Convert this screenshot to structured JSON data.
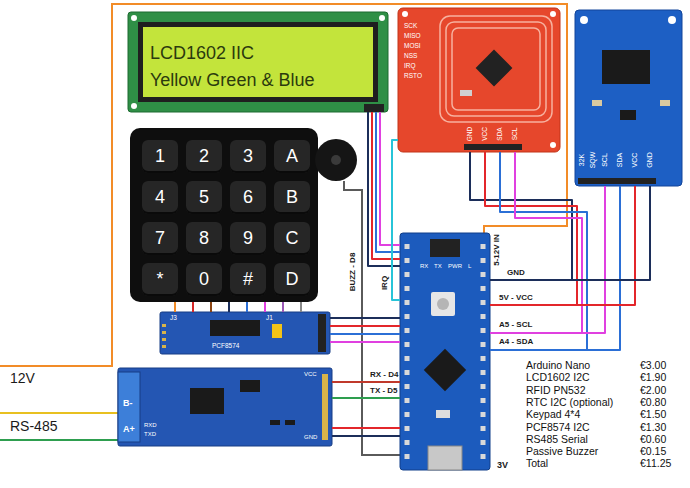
{
  "diagram": {
    "nodes": [
      {
        "text": [
          "LCD1602 IIC",
          "Yellow Green & Blue"
        ]
      },
      {
        "text": [
          "SCK",
          "MISO",
          "MOSI",
          "NSS",
          "IRQ",
          "RSTO",
          "GND",
          "VCC",
          "SDA",
          "SCL"
        ]
      },
      {
        "text": [
          "32K",
          "SQW",
          "SCL",
          "SDA",
          "VCC",
          "GND"
        ]
      },
      {
        "text": [
          "1",
          "2",
          "3",
          "A",
          "4",
          "5",
          "6",
          "B",
          "7",
          "8",
          "9",
          "C",
          "*",
          "0",
          "#",
          "D"
        ]
      },
      {
        "text": [
          "RX",
          "TX",
          "PWR",
          "L"
        ]
      },
      {
        "text": [
          "J3",
          "J1",
          "PCF8574"
        ]
      },
      {
        "text": [
          "B-",
          "A+",
          "RXD",
          "TXD",
          "VCC",
          "GND"
        ]
      }
    ],
    "edges": [
      {
        "from": 0,
        "to": 4,
        "arrow": "none"
      },
      {
        "from": 0,
        "to": 4,
        "arrow": "none"
      },
      {
        "from": 0,
        "to": 4,
        "arrow": "none"
      },
      {
        "from": 0,
        "to": 4,
        "arrow": "none"
      },
      {
        "from": 1,
        "to": 4,
        "arrow": "none"
      },
      {
        "from": 1,
        "to": 4,
        "arrow": "none"
      },
      {
        "from": 1,
        "to": 4,
        "arrow": "none"
      },
      {
        "from": 1,
        "to": 4,
        "arrow": "none"
      },
      {
        "from": 1,
        "to": 4,
        "label": "IRQ",
        "arrow": "none"
      },
      {
        "from": 2,
        "to": 4,
        "arrow": "none"
      },
      {
        "from": 2,
        "to": 4,
        "arrow": "none"
      },
      {
        "from": 2,
        "to": 4,
        "arrow": "none"
      },
      {
        "from": 2,
        "to": 4,
        "arrow": "none"
      },
      {
        "from": 3,
        "to": 5,
        "arrow": "none"
      },
      {
        "from": 3,
        "to": 5,
        "arrow": "none"
      },
      {
        "from": 3,
        "to": 5,
        "arrow": "none"
      },
      {
        "from": 3,
        "to": 5,
        "arrow": "none"
      },
      {
        "from": 3,
        "to": 5,
        "arrow": "none"
      },
      {
        "from": 3,
        "to": 5,
        "arrow": "none"
      },
      {
        "from": 3,
        "to": 5,
        "arrow": "none"
      },
      {
        "from": 3,
        "to": 5,
        "arrow": "none"
      },
      {
        "from": 5,
        "to": 4,
        "arrow": "none"
      },
      {
        "from": 5,
        "to": 4,
        "arrow": "none"
      },
      {
        "from": 5,
        "to": 4,
        "arrow": "none"
      },
      {
        "from": 5,
        "to": 4,
        "arrow": "none"
      },
      {
        "from": 6,
        "to": 4,
        "label": "RX - D4",
        "arrow": "none"
      },
      {
        "from": 6,
        "to": 4,
        "label": "TX - D5",
        "arrow": "none"
      },
      {
        "from": 6,
        "to": 4,
        "arrow": "none"
      },
      {
        "from": 6,
        "to": 4,
        "arrow": "none"
      }
    ],
    "labels": [
      "12V",
      "RS-485",
      "5-12V IN",
      "GND",
      "5V - VCC",
      "A5 - SCL",
      "A4 - SDA",
      "BUZZ - D8",
      "3V",
      "Arduino Nano",
      "€3.00",
      "LCD1602 I2C",
      "€1.90",
      "RFID PN532",
      "€2.00",
      "RTC I2C (optional)",
      "€0.80",
      "Keypad 4*4",
      "€1.50",
      "PCF8574 I2C",
      "€1.30",
      "RS485 Serial",
      "€0.60",
      "Passive Buzzer",
      "€0.15",
      "Total",
      "€11.25"
    ]
  }
}
